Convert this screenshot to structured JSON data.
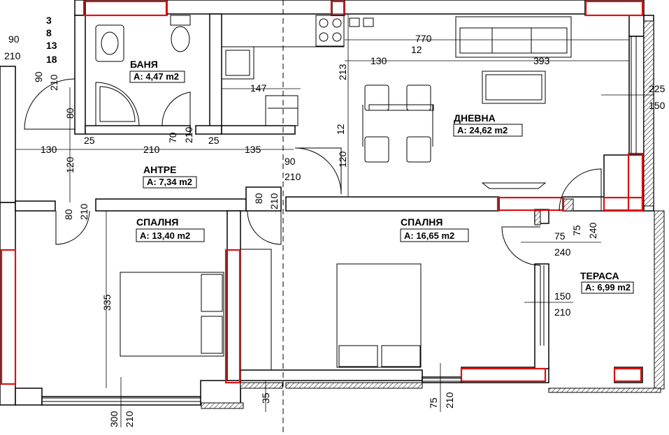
{
  "rooms": {
    "banya": {
      "name": "БАНЯ",
      "area": "А: 4,47 m2"
    },
    "dnevna": {
      "name": "ДНЕВНА",
      "area": "А: 24,62 m2"
    },
    "antre": {
      "name": "АНТРЕ",
      "area": "А: 7,34 m2"
    },
    "spalnya_left": {
      "name": "СПАЛНЯ",
      "area": "А: 13,40 m2"
    },
    "spalnya_right": {
      "name": "СПАЛНЯ",
      "area": "А: 16,65 m2"
    },
    "terasa": {
      "name": "ТЕРАСА",
      "area": "А: 6,99 m2"
    }
  },
  "side_list": [
    "3",
    "8",
    "13",
    "18"
  ],
  "dims": {
    "d770": "770",
    "d130a": "130",
    "d12a": "12",
    "d393": "393",
    "d147": "147",
    "d213": "213",
    "d225": "225",
    "d150a": "150",
    "d12b": "12",
    "d120a": "120",
    "d90a": "90",
    "d210a": "210",
    "d90b": "90",
    "d210b": "210",
    "d80a": "80",
    "d70": "70",
    "d210c": "210",
    "d130b": "130",
    "d25a": "25",
    "d210d": "210",
    "d25b": "25",
    "d135": "135",
    "d120b": "120",
    "d90c": "90",
    "d210e": "210",
    "d80b": "80",
    "d210f": "210",
    "d80c": "80",
    "d210g": "210",
    "d335": "335",
    "d300": "300",
    "d210h": "210",
    "d35": "35",
    "d75a": "75",
    "d210i": "210",
    "d75b": "75",
    "d240a": "240",
    "d75c": "75",
    "d240b": "240",
    "d150b": "150",
    "d210j": "210"
  }
}
